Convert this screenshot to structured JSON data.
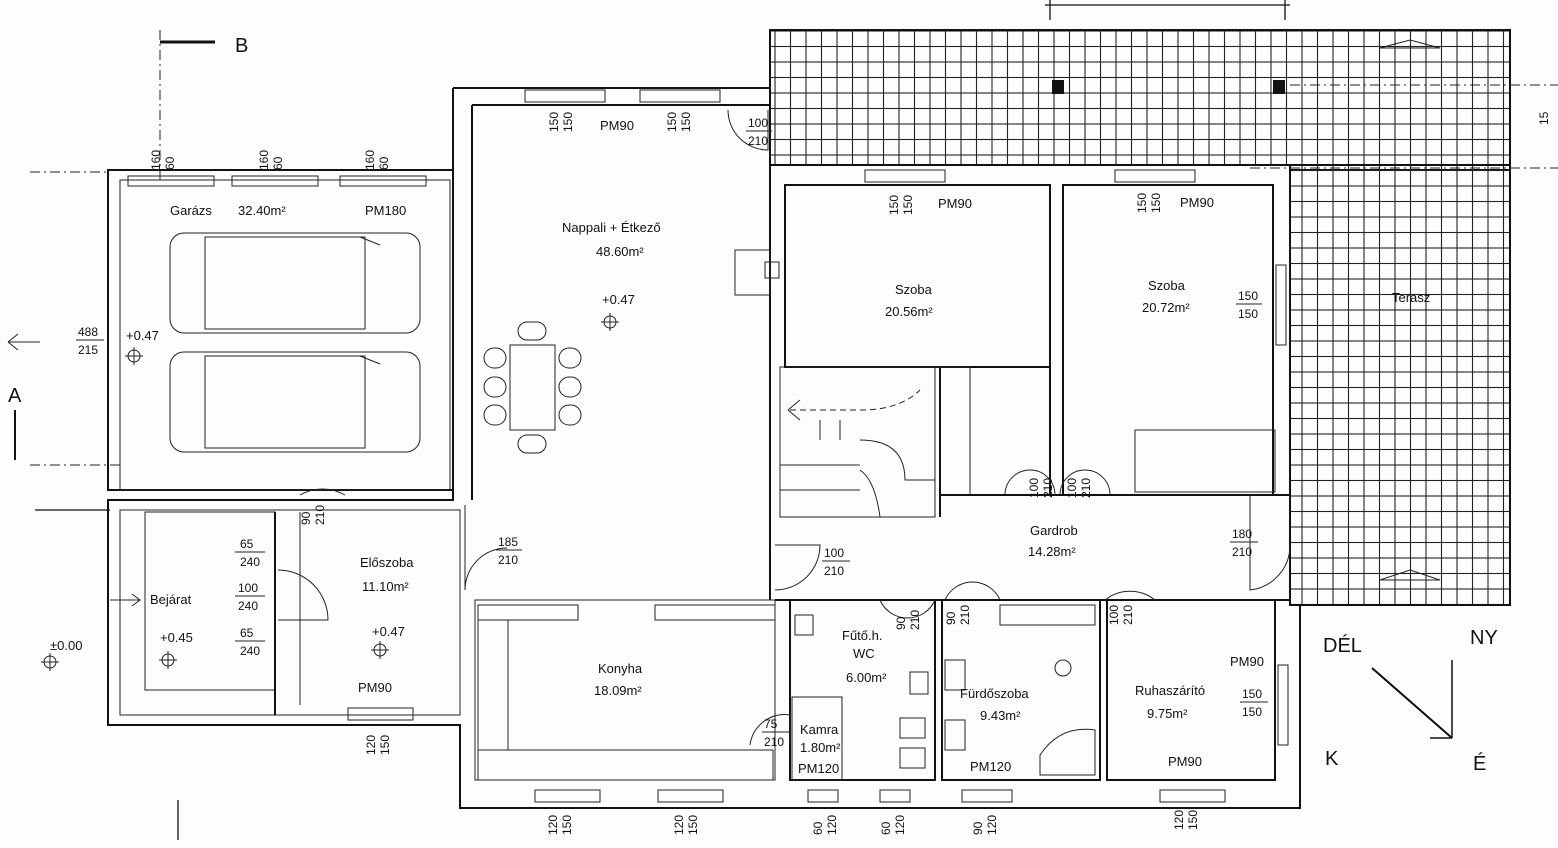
{
  "section": {
    "b_marker": "B",
    "a_marker": "A"
  },
  "rooms": {
    "garage": {
      "name": "Garázs",
      "area": "32.40m²",
      "door": "PM180"
    },
    "living": {
      "name": "Nappali + Étkező",
      "area": "48.60m²",
      "level": "+0.47",
      "door": "PM90"
    },
    "room1": {
      "name": "Szoba",
      "area": "20.56m²",
      "door": "PM90"
    },
    "room2": {
      "name": "Szoba",
      "area": "20.72m²",
      "door": "PM90"
    },
    "terrace": {
      "name": "Terasz"
    },
    "entrance": {
      "name": "Bejárat",
      "level": "+0.45"
    },
    "hall": {
      "name": "Előszoba",
      "area": "11.10m²",
      "level": "+0.47",
      "door": "PM90"
    },
    "wardrobe": {
      "name": "Gardrob",
      "area": "14.28m²"
    },
    "kitchen": {
      "name": "Konyha",
      "area": "18.09m²"
    },
    "boiler": {
      "name": "Fűtő.h.",
      "name2": "WC",
      "area": "6.00m²"
    },
    "pantry": {
      "name": "Kamra",
      "area": "1.80m²",
      "door": "PM120"
    },
    "bath": {
      "name": "Fürdőszoba",
      "area": "9.43m²",
      "door": "PM120"
    },
    "laundry": {
      "name": "Ruhaszárító",
      "area": "9.75m²",
      "door": "PM90",
      "door2": "PM90"
    }
  },
  "levels": {
    "garage": "+0.47",
    "outside": "±0.00"
  },
  "compass": {
    "south": "DÉL",
    "northwest": "NY",
    "k": "K",
    "e": "É"
  },
  "dims": {
    "garage_top": [
      [
        "160",
        "60"
      ],
      [
        "160",
        "60"
      ],
      [
        "160",
        "60"
      ]
    ],
    "garage_side": [
      "488",
      "215"
    ],
    "living_top": [
      [
        "150",
        "150"
      ],
      [
        "150",
        "150"
      ]
    ],
    "door_100_210": [
      "100",
      "210"
    ],
    "room1_top": [
      "150",
      "150"
    ],
    "room2_top": [
      "150",
      "150"
    ],
    "room2_side": [
      "150",
      "150"
    ],
    "stairs_doors": [
      [
        "100",
        "210"
      ],
      [
        "100",
        "210"
      ]
    ],
    "hall_door": [
      "90",
      "210"
    ],
    "kitchen_door": [
      "185",
      "210"
    ],
    "entr_1": [
      "65",
      "240"
    ],
    "entr_2": [
      "100",
      "240"
    ],
    "entr_3": [
      "65",
      "240"
    ],
    "wardrobe_left": [
      "100",
      "210"
    ],
    "wardrobe_right": [
      "180",
      "210"
    ],
    "boiler_door": [
      "90",
      "210"
    ],
    "bath_door": [
      "90",
      "210"
    ],
    "laundry_door": [
      "100",
      "210"
    ],
    "laundry_side": [
      "150",
      "150"
    ],
    "pantry_door": [
      "75",
      "210"
    ],
    "bottom": [
      [
        "120",
        "150"
      ],
      [
        "120",
        "150"
      ],
      [
        "120",
        "150"
      ],
      [
        "60",
        "120"
      ],
      [
        "60",
        "120"
      ],
      [
        "90",
        "120"
      ],
      [
        "120",
        "150"
      ]
    ],
    "right_edge": "15"
  }
}
